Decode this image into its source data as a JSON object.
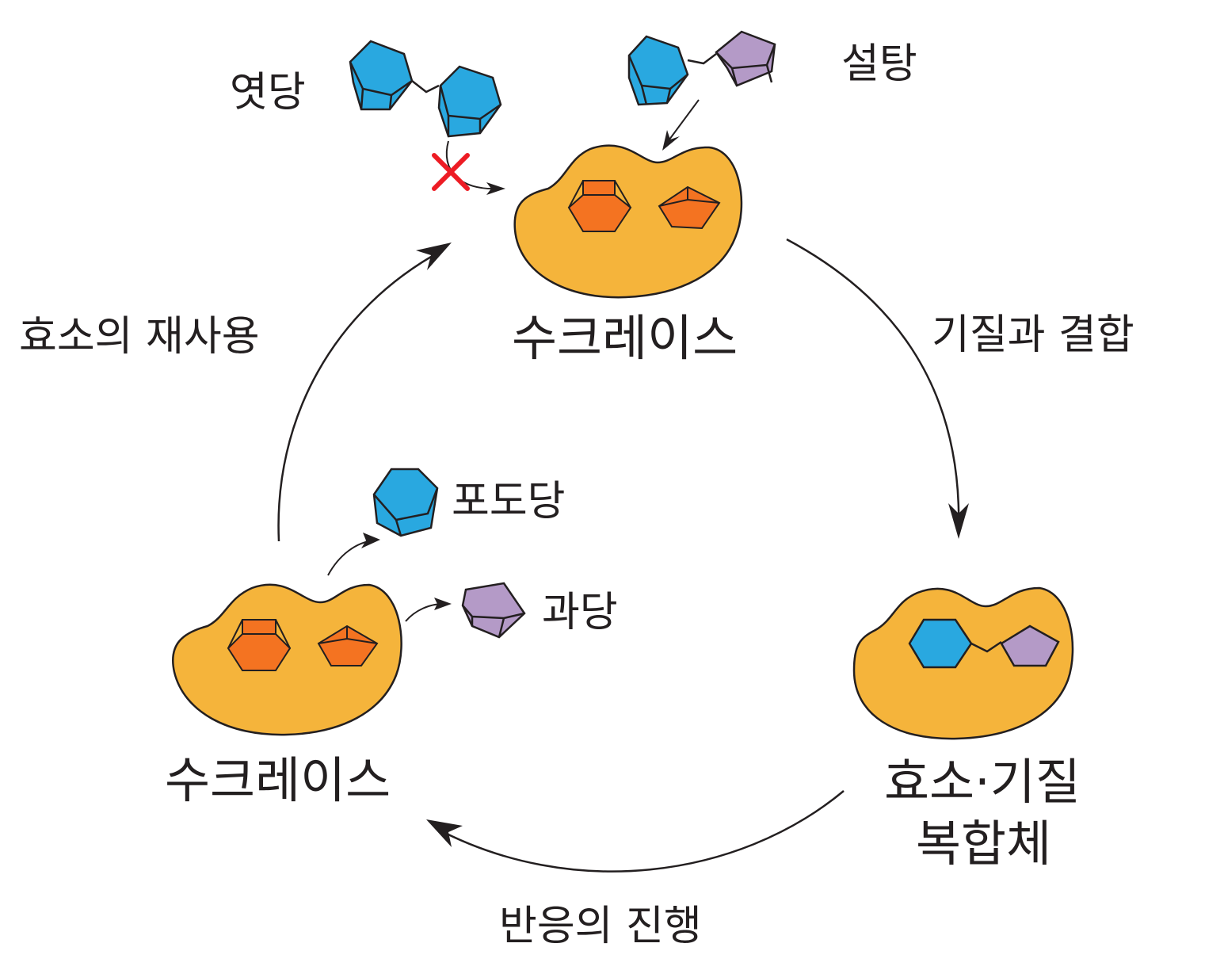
{
  "labels": {
    "maltose": "엿당",
    "sucrose": "설탕",
    "enzyme_top": "수크레이스",
    "enzyme_bottom": "수크레이스",
    "glucose": "포도당",
    "fructose": "과당",
    "complex_line1": "효소·기질",
    "complex_line2": "복합체",
    "step_binding": "기질과 결합",
    "step_reaction": "반응의 진행",
    "step_reuse": "효소의 재사용"
  },
  "colors": {
    "enzyme": "#f5b43b",
    "active_site": "#f47321",
    "glucose": "#29a8e0",
    "fructose": "#b49ac7",
    "blocked_mark": "#ed1c24",
    "outline": "#231f20"
  }
}
